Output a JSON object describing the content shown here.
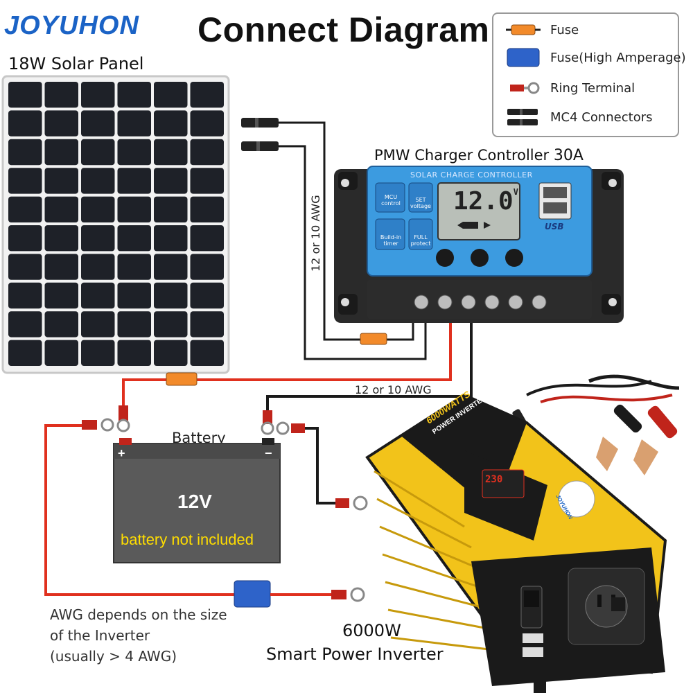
{
  "brand": "JOYUHON",
  "title": "Connect Diagram",
  "solar_panel": {
    "power": "18W",
    "label": "Solar Panel"
  },
  "legend": [
    {
      "icon": "fuse-icon",
      "label": "Fuse"
    },
    {
      "icon": "fuse-high-amperage-icon",
      "label": "Fuse(High Amperage)"
    },
    {
      "icon": "ring-terminal-icon",
      "label": "Ring Terminal"
    },
    {
      "icon": "mc4-connectors-icon",
      "label": "MC4 Connectors"
    }
  ],
  "controller": {
    "title": "PMW Charger Controller",
    "rating": "30A",
    "header": "SOLAR CHARGE CONTROLLER",
    "display": "12.0",
    "display_unit": "V",
    "buttons": [
      {
        "icon": "mcu-icon",
        "label1": "MCU",
        "label2": "control"
      },
      {
        "icon": "gear-icon",
        "label1": "SET",
        "label2": "voltage"
      },
      {
        "icon": "clock-icon",
        "label1": "Build-in",
        "label2": "timer"
      },
      {
        "icon": "lock-icon",
        "label1": "FULL",
        "label2": "protect"
      }
    ],
    "usb_label": "USB"
  },
  "wire_gauge_vertical": "12 or 10 AWG",
  "wire_gauge_horizontal": "12 or 10 AWG",
  "battery": {
    "label": "Battery",
    "voltage": "12V",
    "note": "battery not included",
    "plus": "+",
    "minus": "−"
  },
  "awg_note": [
    "AWG depends on the size",
    "of the Inverter",
    "(usually  > 4 AWG)"
  ],
  "inverter": {
    "power": "6000W",
    "name": "Smart Power Inverter",
    "sticker_top": "6000WATTS",
    "sticker_sub": "POWER INVERTER",
    "badge": "JOYUHON",
    "display_value": "230"
  },
  "colors": {
    "wire_red": "#e0301e",
    "wire_black": "#1a1a1a",
    "controller_blue": "#3c9be0",
    "inverter_yellow": "#f2c31a",
    "fuse_orange": "#f28a2a",
    "fuse_blue": "#2e63c9",
    "battery_body": "#5a5a5a",
    "note_yellow": "#ffdd00"
  }
}
